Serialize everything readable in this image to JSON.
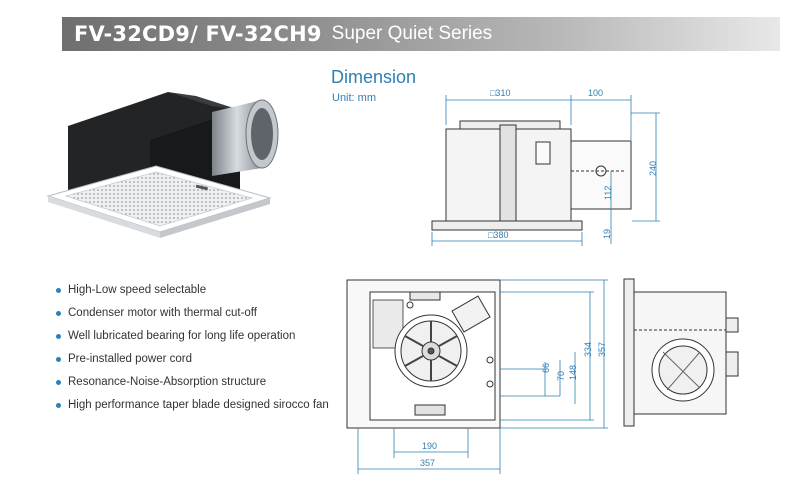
{
  "header": {
    "model": "FV-32CD9/ FV-32CH9",
    "series": "Super Quiet Series"
  },
  "dimension": {
    "title": "Dimension",
    "unit": "Unit: mm",
    "side_view": {
      "width_label": "□310",
      "duct_label": "100",
      "height_label": "240",
      "duct_height_label": "112",
      "flange_label": "19",
      "grille_label": "□380"
    },
    "bottom_view": {
      "d1": "66",
      "d2": "70",
      "d3": "148",
      "d4": "334",
      "d5": "357",
      "w1": "190",
      "w2": "357"
    }
  },
  "features": [
    "High-Low speed selectable",
    "Condenser motor with thermal cut-off",
    "Well lubricated bearing for long life operation",
    "Pre-installed power cord",
    "Resonance-Noise-Absorption structure",
    "High performance taper blade designed sirocco fan"
  ],
  "colors": {
    "accent": "#2f7fb5",
    "title_bar": "#7a7a7a",
    "text": "#333333"
  }
}
